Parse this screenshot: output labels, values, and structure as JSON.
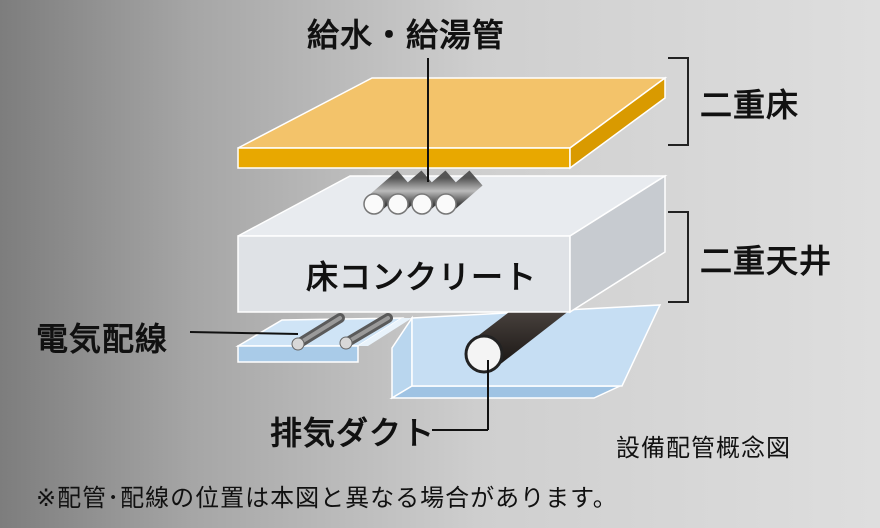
{
  "diagram": {
    "labels": {
      "pipes_top": "給水・給湯管",
      "double_floor": "二重床",
      "double_ceiling": "二重天井",
      "floor_concrete": "床コンクリート",
      "electrical": "電気配線",
      "exhaust_duct": "排気ダクト",
      "caption": "設備配管概念図",
      "note": "※配管･配線の位置は本図と異なる場合があります。"
    },
    "colors": {
      "floor_board_top": "#f3c36a",
      "floor_board_front": "#e8a800",
      "concrete": "#e5e8ec",
      "ceiling_panel": "#bfd9f0",
      "duct": "#2c2623"
    }
  }
}
